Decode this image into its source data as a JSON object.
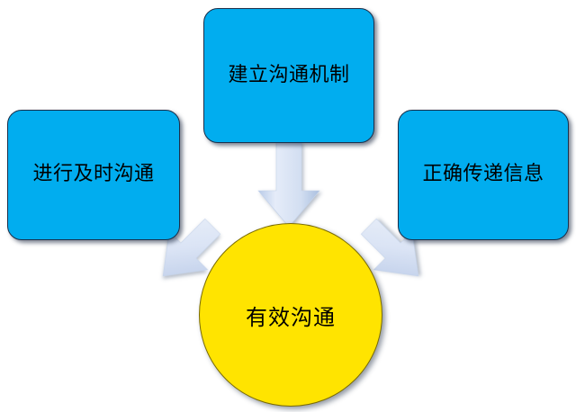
{
  "diagram": {
    "title": "有效沟通",
    "background_color": "#ffffff",
    "node_color": "#01adef",
    "center_color": "#ffe400",
    "arrow_color": "#ccdaf0",
    "nodes": [
      {
        "id": "top",
        "label": "建立沟通机制",
        "shape": "rounded-rectangle"
      },
      {
        "id": "left",
        "label": "进行及时沟通",
        "shape": "rounded-rectangle"
      },
      {
        "id": "right",
        "label": "正确传递信息",
        "shape": "rounded-rectangle"
      }
    ],
    "center": {
      "id": "center",
      "label": "有效沟通",
      "shape": "circle"
    },
    "arrows": [
      {
        "id": "top-to-center",
        "from": "top",
        "to": "center",
        "direction": "down",
        "icon": "arrow-down-icon"
      },
      {
        "id": "left-to-center",
        "from": "left",
        "to": "center",
        "direction": "down-right",
        "icon": "arrow-down-right-icon"
      },
      {
        "id": "right-to-center",
        "from": "right",
        "to": "center",
        "direction": "down-left",
        "icon": "arrow-down-left-icon"
      }
    ]
  }
}
